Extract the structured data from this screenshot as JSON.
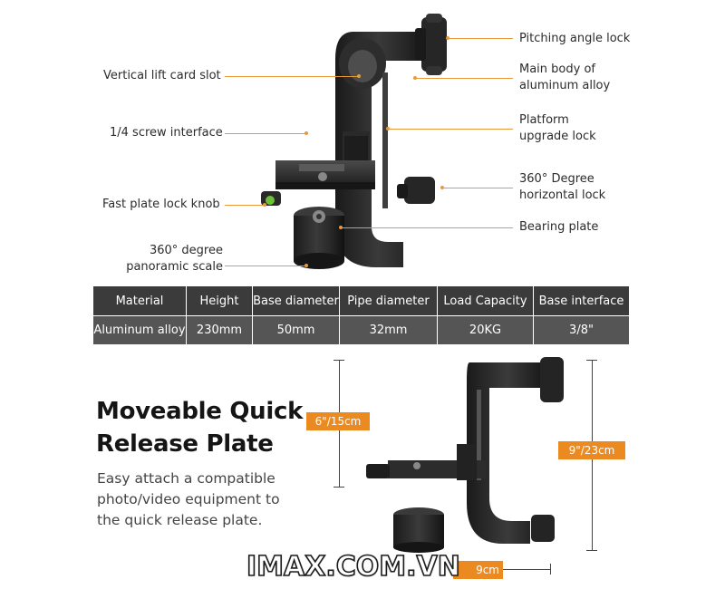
{
  "callouts": {
    "pitching_angle_lock": "Pitching angle lock",
    "main_body": "Main body of aluminum alloy",
    "platform_upgrade_lock": "Platform upgrade lock",
    "horizontal_lock": "360° Degree horizontal lock",
    "bearing_plate": "Bearing plate",
    "vertical_lift": "Vertical lift card slot",
    "screw_interface": "1/4 screw interface",
    "fast_plate_knob": "Fast plate lock knob",
    "panoramic_scale": "360° degree panoramic scale"
  },
  "specs": {
    "headers": [
      "Material",
      "Height",
      "Base diameter",
      "Pipe diameter",
      "Load Capacity",
      "Base interface"
    ],
    "values": [
      "Aluminum alloy",
      "230mm",
      "50mm",
      "32mm",
      "20KG",
      "3/8\""
    ]
  },
  "feature": {
    "headline": "Moveable Quick Release Plate",
    "description": "Easy attach a compatible photo/video equipment to the quick release plate."
  },
  "dimensions": {
    "plate_height": "6\"/15cm",
    "total_height": "9\"/23cm",
    "base_width": "9cm"
  },
  "watermark": "IMAX.COM.VN",
  "colors": {
    "accent": "#ec8a22",
    "table_header": "#3b3b3b",
    "table_cell": "#555555"
  }
}
